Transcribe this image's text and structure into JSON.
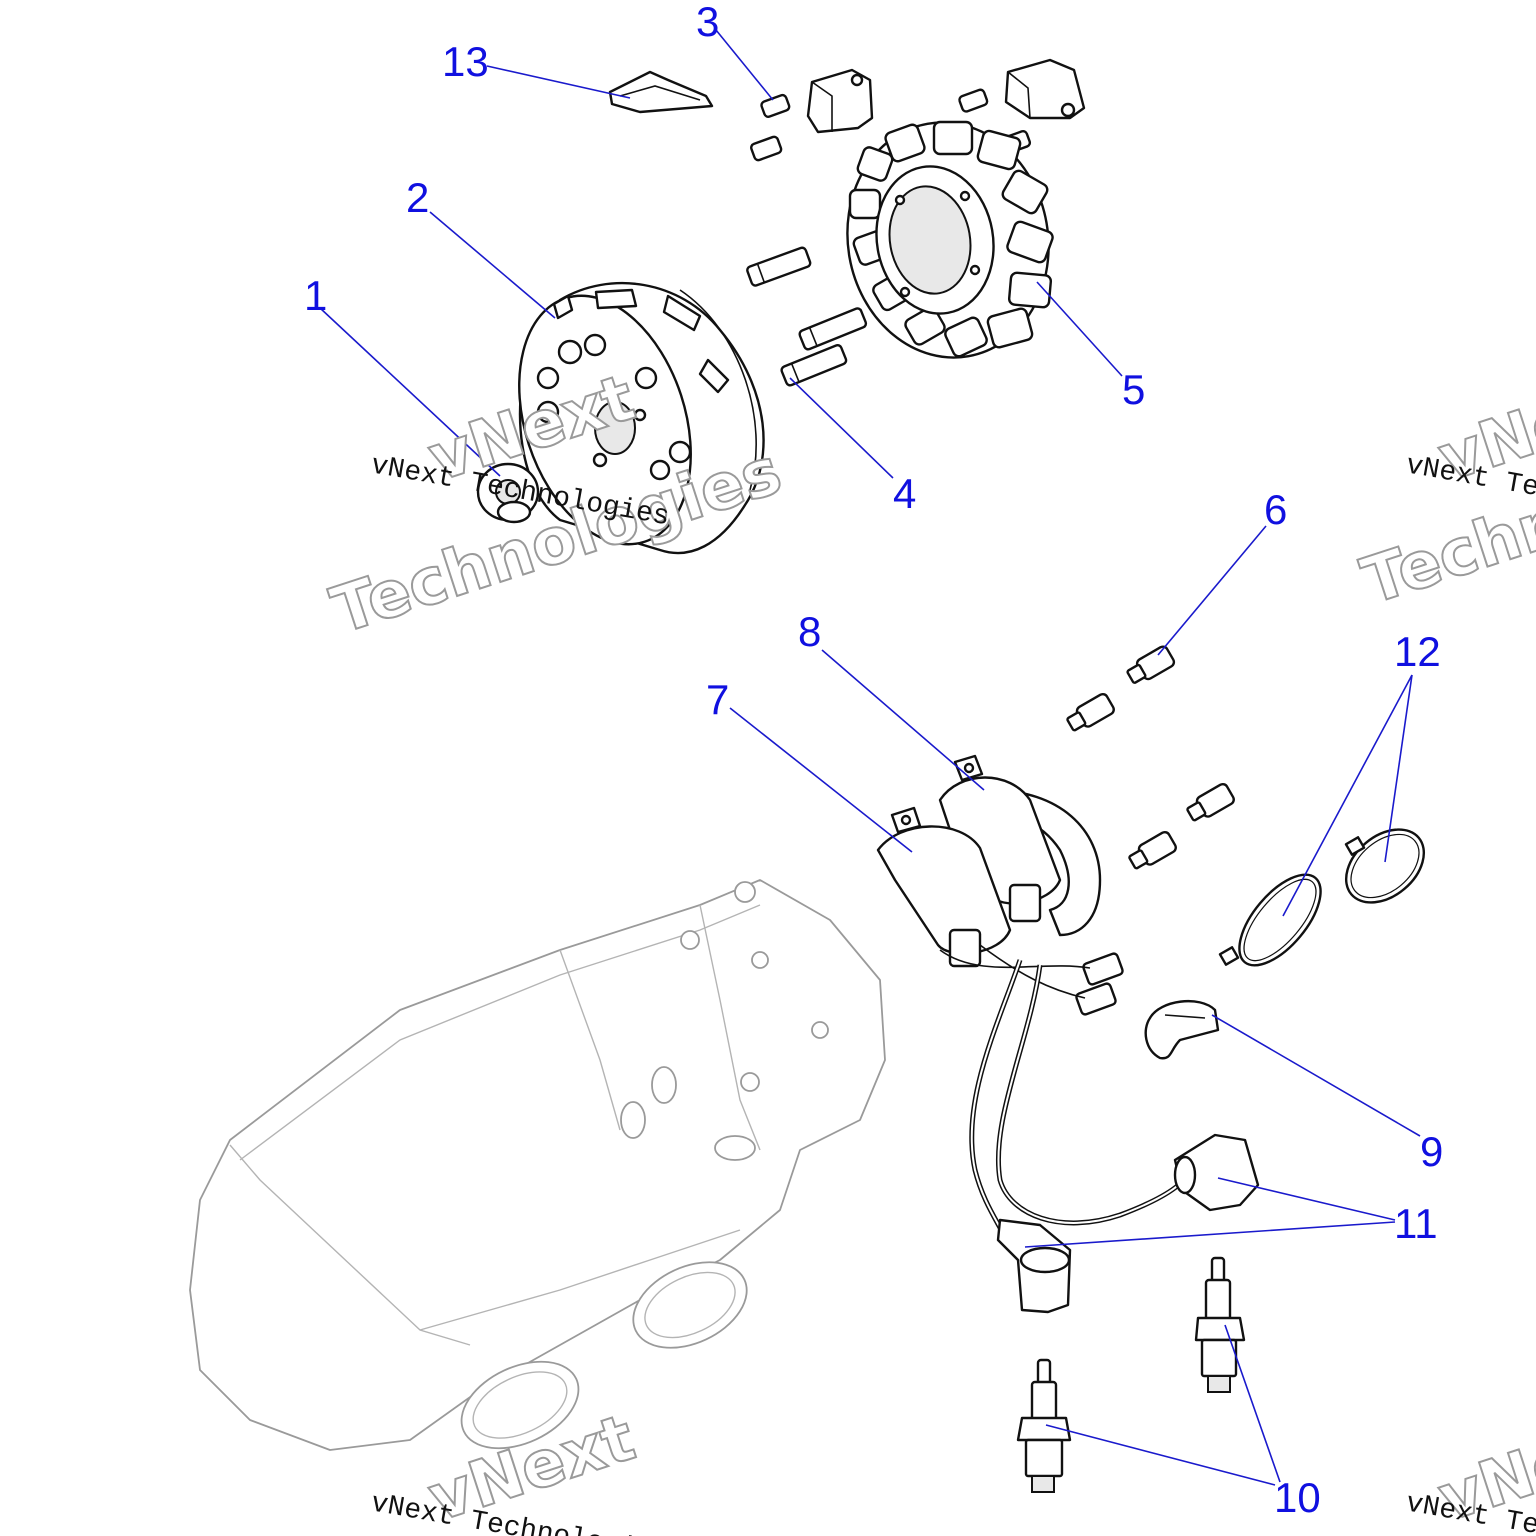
{
  "callouts": {
    "c1": "1",
    "c2": "2",
    "c3": "3",
    "c4": "4",
    "c5": "5",
    "c6": "6",
    "c7": "7",
    "c8": "8",
    "c9": "9",
    "c10": "10",
    "c11": "11",
    "c12": "12",
    "c13": "13"
  },
  "watermark": {
    "brand": "vNext Technologies",
    "brand_line1": "vNext",
    "brand_line2": "Technologies"
  },
  "colors": {
    "callout": "#1010e0",
    "leader": "#1a1acc",
    "line_art": "#111111",
    "ghost_engine": "#9a9a9a"
  }
}
